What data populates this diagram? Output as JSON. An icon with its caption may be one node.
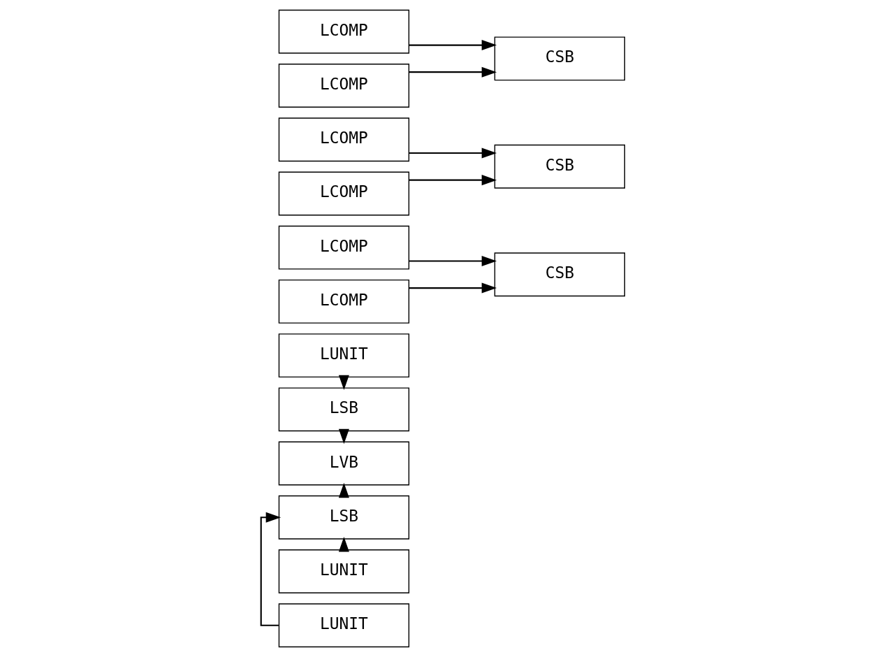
{
  "diagram": {
    "nodes": [
      {
        "text": [
          "LUNIT"
        ]
      },
      {
        "text": [
          "LCOMP"
        ]
      },
      {
        "text": [
          "LCOMP"
        ]
      },
      {
        "text": [
          "LCOMP"
        ]
      },
      {
        "text": [
          "LCOMP"
        ]
      },
      {
        "text": [
          "CSB"
        ]
      },
      {
        "text": [
          "CSB"
        ]
      },
      {
        "text": [
          "CSB"
        ]
      },
      {
        "text": [
          "LSB"
        ]
      },
      {
        "text": [
          "LSB"
        ]
      },
      {
        "text": [
          "LUNIT"
        ]
      },
      {
        "text": [
          "LCOMP"
        ]
      },
      {
        "text": [
          "LUNIT"
        ]
      },
      {
        "text": [
          "LCOMP"
        ]
      },
      {
        "text": [
          "LVB"
        ]
      }
    ],
    "edges": [
      {
        "from": 0,
        "to": 8,
        "arrow": "to"
      },
      {
        "from": 1,
        "to": 5,
        "arrow": "to"
      },
      {
        "from": 2,
        "to": 5,
        "arrow": "to"
      },
      {
        "from": 3,
        "to": 6,
        "arrow": "to"
      },
      {
        "from": 4,
        "to": 6,
        "arrow": "to"
      },
      {
        "from": 8,
        "to": 14,
        "arrow": "to"
      },
      {
        "from": 9,
        "to": 14,
        "arrow": "to"
      },
      {
        "from": 10,
        "to": 9,
        "arrow": "to"
      },
      {
        "from": 12,
        "to": 9,
        "arrow": "to"
      },
      {
        "from": 11,
        "to": 7,
        "arrow": "to"
      },
      {
        "from": 13,
        "to": 7,
        "arrow": "to"
      }
    ]
  }
}
